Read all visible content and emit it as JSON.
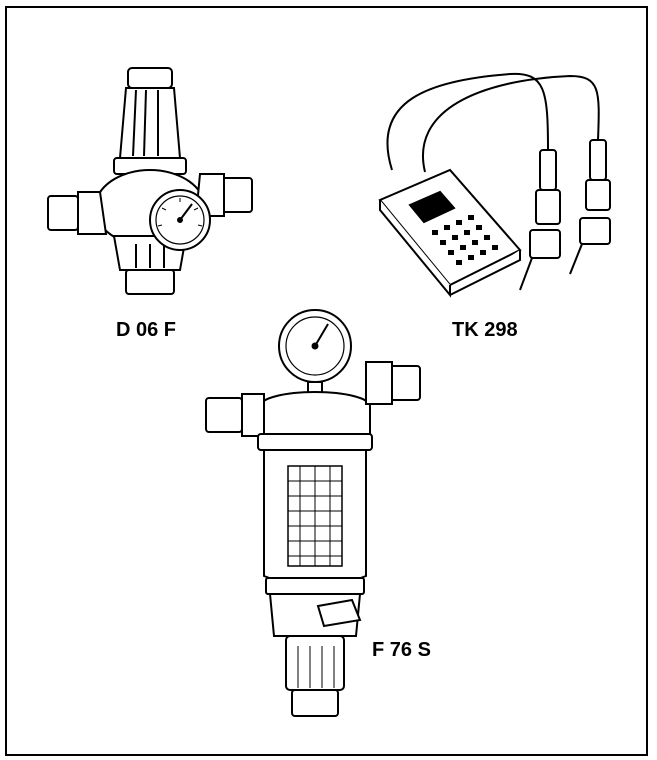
{
  "products": [
    {
      "id": "pressure-reducer",
      "label": "D 06 F"
    },
    {
      "id": "test-kit",
      "label": "TK 298"
    },
    {
      "id": "filter",
      "label": "F 76 S"
    }
  ]
}
